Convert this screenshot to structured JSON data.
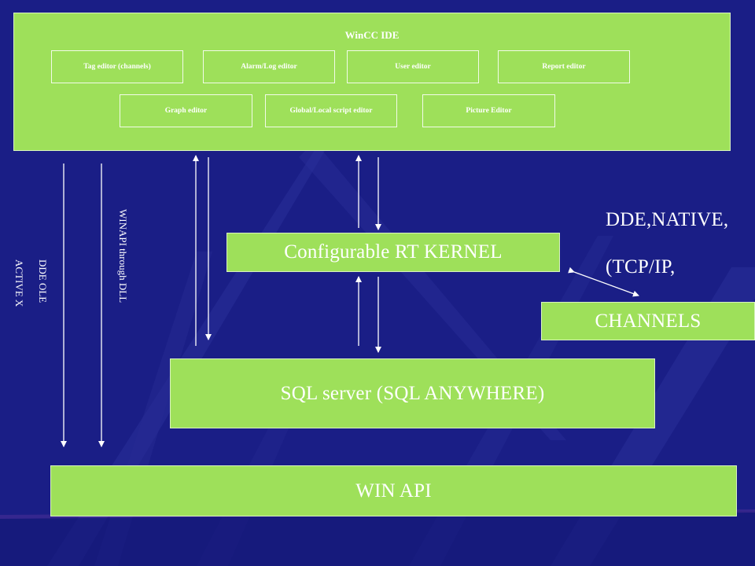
{
  "ide": {
    "title": "WinCC IDE",
    "editors": {
      "tag": "Tag editor (channels)",
      "alarm": "Alarm/Log editor",
      "user": "User editor",
      "report": "Report editor",
      "graph": "Graph editor",
      "script": "Global/Local script editor",
      "picture": "Picture Editor"
    }
  },
  "kernel": "Configurable  RT KERNEL",
  "sql": "SQL server (SQL ANYWHERE)",
  "winapi": "WIN API",
  "channels": "CHANNELS",
  "protocols": {
    "line1": "DDE,NATIVE,",
    "line2": "(TCP/IP,"
  },
  "side_labels": {
    "dde": "DDE OLE",
    "activex": "ACTIVE X",
    "winapi_dll": "WINAPI through   DLL"
  },
  "colors": {
    "box": "#9ee05a",
    "background": "#1a1e86",
    "text": "#ffffff"
  }
}
